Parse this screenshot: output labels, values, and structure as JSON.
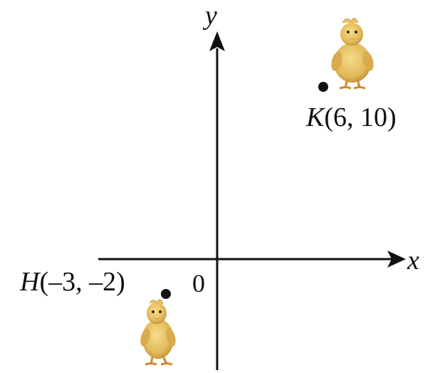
{
  "axes": {
    "x_label": "x",
    "y_label": "y",
    "origin_label": "0"
  },
  "points": [
    {
      "name": "H",
      "coords": "(–3, –2)",
      "x": -3,
      "y": -2
    },
    {
      "name": "K",
      "coords": "(6, 10)",
      "x": 6,
      "y": 10
    }
  ],
  "colors": {
    "ink": "#111111",
    "duck_body": "#e8c060",
    "duck_shade": "#c99a3a",
    "duck_beak": "#c8a24a",
    "duck_feet": "#d08a2a"
  }
}
